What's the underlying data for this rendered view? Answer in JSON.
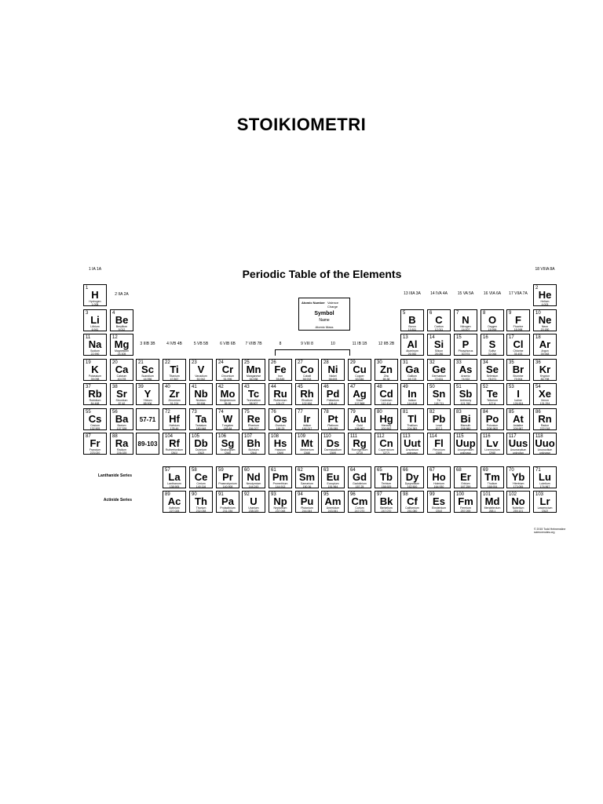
{
  "document": {
    "title": "STOIKIOMETRI",
    "table_title": "Periodic Table of the Elements",
    "copyright": "© 2015 Todd Helmenstine sciencenotes.org",
    "lanthanide_label": "Lanthanide Series",
    "actinide_label": "Actinide Series",
    "key": {
      "atomic_number": "Atomic Number",
      "valence_charge": "Valence Charge",
      "symbol": "Symbol",
      "name": "Name",
      "atomic_mass": "Atomic Mass"
    },
    "group_labels": [
      {
        "col": 1,
        "row": 0,
        "text": "1 IA 1A"
      },
      {
        "col": 2,
        "row": 1,
        "text": "2 IIA 2A"
      },
      {
        "col": 3,
        "row": 3,
        "text": "3 IIIB 3B"
      },
      {
        "col": 4,
        "row": 3,
        "text": "4 IVB 4B"
      },
      {
        "col": 5,
        "row": 3,
        "text": "5 VB 5B"
      },
      {
        "col": 6,
        "row": 3,
        "text": "6 VIB 6B"
      },
      {
        "col": 7,
        "row": 3,
        "text": "7 VIIB 7B"
      },
      {
        "col": 8,
        "row": 3,
        "text": "8"
      },
      {
        "col": 9,
        "row": 3,
        "text": "9 VIII 8"
      },
      {
        "col": 10,
        "row": 3,
        "text": "10"
      },
      {
        "col": 11,
        "row": 3,
        "text": "11 IB 1B"
      },
      {
        "col": 12,
        "row": 3,
        "text": "12 IIB 2B"
      },
      {
        "col": 13,
        "row": 2,
        "text": "13 IIIA 3A"
      },
      {
        "col": 14,
        "row": 2,
        "text": "14 IVA 4A"
      },
      {
        "col": 15,
        "row": 2,
        "text": "15 VA 5A"
      },
      {
        "col": 16,
        "row": 2,
        "text": "16 VIA 6A"
      },
      {
        "col": 17,
        "row": 2,
        "text": "17 VIIA 7A"
      },
      {
        "col": 18,
        "row": 0,
        "text": "18 VIIIA 8A"
      }
    ],
    "elements": [
      {
        "n": "1",
        "s": "H",
        "name": "Hydrogen",
        "m": "1.008",
        "r": 1,
        "c": 1
      },
      {
        "n": "2",
        "s": "He",
        "name": "Helium",
        "m": "4.003",
        "r": 1,
        "c": 18
      },
      {
        "n": "3",
        "s": "Li",
        "name": "Lithium",
        "m": "6.941",
        "r": 2,
        "c": 1
      },
      {
        "n": "4",
        "s": "Be",
        "name": "Beryllium",
        "m": "9.012",
        "r": 2,
        "c": 2
      },
      {
        "n": "5",
        "s": "B",
        "name": "Boron",
        "m": "10.811",
        "r": 2,
        "c": 13
      },
      {
        "n": "6",
        "s": "C",
        "name": "Carbon",
        "m": "12.011",
        "r": 2,
        "c": 14
      },
      {
        "n": "7",
        "s": "N",
        "name": "Nitrogen",
        "m": "14.007",
        "r": 2,
        "c": 15
      },
      {
        "n": "8",
        "s": "O",
        "name": "Oxygen",
        "m": "15.999",
        "r": 2,
        "c": 16
      },
      {
        "n": "9",
        "s": "F",
        "name": "Fluorine",
        "m": "18.998",
        "r": 2,
        "c": 17
      },
      {
        "n": "10",
        "s": "Ne",
        "name": "Neon",
        "m": "20.180",
        "r": 2,
        "c": 18
      },
      {
        "n": "11",
        "s": "Na",
        "name": "Sodium",
        "m": "22.990",
        "r": 3,
        "c": 1
      },
      {
        "n": "12",
        "s": "Mg",
        "name": "Magnesium",
        "m": "24.305",
        "r": 3,
        "c": 2
      },
      {
        "n": "13",
        "s": "Al",
        "name": "Aluminum",
        "m": "26.982",
        "r": 3,
        "c": 13
      },
      {
        "n": "14",
        "s": "Si",
        "name": "Silicon",
        "m": "28.086",
        "r": 3,
        "c": 14
      },
      {
        "n": "15",
        "s": "P",
        "name": "Phosphorus",
        "m": "30.974",
        "r": 3,
        "c": 15
      },
      {
        "n": "16",
        "s": "S",
        "name": "Sulfur",
        "m": "32.066",
        "r": 3,
        "c": 16
      },
      {
        "n": "17",
        "s": "Cl",
        "name": "Chlorine",
        "m": "35.453",
        "r": 3,
        "c": 17
      },
      {
        "n": "18",
        "s": "Ar",
        "name": "Argon",
        "m": "39.948",
        "r": 3,
        "c": 18
      },
      {
        "n": "19",
        "s": "K",
        "name": "Potassium",
        "m": "39.098",
        "r": 4,
        "c": 1
      },
      {
        "n": "20",
        "s": "Ca",
        "name": "Calcium",
        "m": "40.078",
        "r": 4,
        "c": 2
      },
      {
        "n": "21",
        "s": "Sc",
        "name": "Scandium",
        "m": "44.956",
        "r": 4,
        "c": 3
      },
      {
        "n": "22",
        "s": "Ti",
        "name": "Titanium",
        "m": "47.867",
        "r": 4,
        "c": 4
      },
      {
        "n": "23",
        "s": "V",
        "name": "Vanadium",
        "m": "50.942",
        "r": 4,
        "c": 5
      },
      {
        "n": "24",
        "s": "Cr",
        "name": "Chromium",
        "m": "51.996",
        "r": 4,
        "c": 6
      },
      {
        "n": "25",
        "s": "Mn",
        "name": "Manganese",
        "m": "54.938",
        "r": 4,
        "c": 7
      },
      {
        "n": "26",
        "s": "Fe",
        "name": "Iron",
        "m": "55.845",
        "r": 4,
        "c": 8
      },
      {
        "n": "27",
        "s": "Co",
        "name": "Cobalt",
        "m": "58.933",
        "r": 4,
        "c": 9
      },
      {
        "n": "28",
        "s": "Ni",
        "name": "Nickel",
        "m": "58.693",
        "r": 4,
        "c": 10
      },
      {
        "n": "29",
        "s": "Cu",
        "name": "Copper",
        "m": "63.546",
        "r": 4,
        "c": 11
      },
      {
        "n": "30",
        "s": "Zn",
        "name": "Zinc",
        "m": "65.38",
        "r": 4,
        "c": 12
      },
      {
        "n": "31",
        "s": "Ga",
        "name": "Gallium",
        "m": "69.723",
        "r": 4,
        "c": 13
      },
      {
        "n": "32",
        "s": "Ge",
        "name": "Germanium",
        "m": "72.631",
        "r": 4,
        "c": 14
      },
      {
        "n": "33",
        "s": "As",
        "name": "Arsenic",
        "m": "74.922",
        "r": 4,
        "c": 15
      },
      {
        "n": "34",
        "s": "Se",
        "name": "Selenium",
        "m": "78.971",
        "r": 4,
        "c": 16
      },
      {
        "n": "35",
        "s": "Br",
        "name": "Bromine",
        "m": "79.904",
        "r": 4,
        "c": 17
      },
      {
        "n": "36",
        "s": "Kr",
        "name": "Krypton",
        "m": "84.798",
        "r": 4,
        "c": 18
      },
      {
        "n": "37",
        "s": "Rb",
        "name": "Rubidium",
        "m": "84.468",
        "r": 5,
        "c": 1
      },
      {
        "n": "38",
        "s": "Sr",
        "name": "Strontium",
        "m": "87.62",
        "r": 5,
        "c": 2
      },
      {
        "n": "39",
        "s": "Y",
        "name": "Yttrium",
        "m": "88.906",
        "r": 5,
        "c": 3
      },
      {
        "n": "40",
        "s": "Zr",
        "name": "Zirconium",
        "m": "91.224",
        "r": 5,
        "c": 4
      },
      {
        "n": "41",
        "s": "Nb",
        "name": "Niobium",
        "m": "92.906",
        "r": 5,
        "c": 5
      },
      {
        "n": "42",
        "s": "Mo",
        "name": "Molybdenum",
        "m": "95.95",
        "r": 5,
        "c": 6
      },
      {
        "n": "43",
        "s": "Tc",
        "name": "Technetium",
        "m": "98.907",
        "r": 5,
        "c": 7
      },
      {
        "n": "44",
        "s": "Ru",
        "name": "Ruthenium",
        "m": "101.07",
        "r": 5,
        "c": 8
      },
      {
        "n": "45",
        "s": "Rh",
        "name": "Rhodium",
        "m": "102.906",
        "r": 5,
        "c": 9
      },
      {
        "n": "46",
        "s": "Pd",
        "name": "Palladium",
        "m": "106.42",
        "r": 5,
        "c": 10
      },
      {
        "n": "47",
        "s": "Ag",
        "name": "Silver",
        "m": "107.868",
        "r": 5,
        "c": 11
      },
      {
        "n": "48",
        "s": "Cd",
        "name": "Cadmium",
        "m": "112.414",
        "r": 5,
        "c": 12
      },
      {
        "n": "49",
        "s": "In",
        "name": "Indium",
        "m": "114.818",
        "r": 5,
        "c": 13
      },
      {
        "n": "50",
        "s": "Sn",
        "name": "Tin",
        "m": "118.711",
        "r": 5,
        "c": 14
      },
      {
        "n": "51",
        "s": "Sb",
        "name": "Antimony",
        "m": "121.760",
        "r": 5,
        "c": 15
      },
      {
        "n": "52",
        "s": "Te",
        "name": "Tellurium",
        "m": "127.6",
        "r": 5,
        "c": 16
      },
      {
        "n": "53",
        "s": "I",
        "name": "Iodine",
        "m": "126.904",
        "r": 5,
        "c": 17
      },
      {
        "n": "54",
        "s": "Xe",
        "name": "Xenon",
        "m": "131.294",
        "r": 5,
        "c": 18
      },
      {
        "n": "55",
        "s": "Cs",
        "name": "Cesium",
        "m": "132.905",
        "r": 6,
        "c": 1
      },
      {
        "n": "56",
        "s": "Ba",
        "name": "Barium",
        "m": "137.328",
        "r": 6,
        "c": 2
      },
      {
        "n": "",
        "s": "57-71",
        "name": "",
        "m": "",
        "r": 6,
        "c": 3,
        "ph": true
      },
      {
        "n": "72",
        "s": "Hf",
        "name": "Hafnium",
        "m": "178.49",
        "r": 6,
        "c": 4
      },
      {
        "n": "73",
        "s": "Ta",
        "name": "Tantalum",
        "m": "180.948",
        "r": 6,
        "c": 5
      },
      {
        "n": "74",
        "s": "W",
        "name": "Tungsten",
        "m": "183.84",
        "r": 6,
        "c": 6
      },
      {
        "n": "75",
        "s": "Re",
        "name": "Rhenium",
        "m": "186.207",
        "r": 6,
        "c": 7
      },
      {
        "n": "76",
        "s": "Os",
        "name": "Osmium",
        "m": "190.23",
        "r": 6,
        "c": 8
      },
      {
        "n": "77",
        "s": "Ir",
        "name": "Iridium",
        "m": "192.217",
        "r": 6,
        "c": 9
      },
      {
        "n": "78",
        "s": "Pt",
        "name": "Platinum",
        "m": "195.085",
        "r": 6,
        "c": 10
      },
      {
        "n": "79",
        "s": "Au",
        "name": "Gold",
        "m": "196.967",
        "r": 6,
        "c": 11
      },
      {
        "n": "80",
        "s": "Hg",
        "name": "Mercury",
        "m": "200.592",
        "r": 6,
        "c": 12
      },
      {
        "n": "81",
        "s": "Tl",
        "name": "Thallium",
        "m": "204.383",
        "r": 6,
        "c": 13
      },
      {
        "n": "82",
        "s": "Pb",
        "name": "Lead",
        "m": "207.2",
        "r": 6,
        "c": 14
      },
      {
        "n": "83",
        "s": "Bi",
        "name": "Bismuth",
        "m": "208.980",
        "r": 6,
        "c": 15
      },
      {
        "n": "84",
        "s": "Po",
        "name": "Polonium",
        "m": "[208.982]",
        "r": 6,
        "c": 16
      },
      {
        "n": "85",
        "s": "At",
        "name": "Astatine",
        "m": "209.987",
        "r": 6,
        "c": 17
      },
      {
        "n": "86",
        "s": "Rn",
        "name": "Radon",
        "m": "222.018",
        "r": 6,
        "c": 18
      },
      {
        "n": "87",
        "s": "Fr",
        "name": "Francium",
        "m": "223.020",
        "r": 7,
        "c": 1
      },
      {
        "n": "88",
        "s": "Ra",
        "name": "Radium",
        "m": "226.025",
        "r": 7,
        "c": 2
      },
      {
        "n": "",
        "s": "89-103",
        "name": "",
        "m": "",
        "r": 7,
        "c": 3,
        "ph": true
      },
      {
        "n": "104",
        "s": "Rf",
        "name": "Rutherfordium",
        "m": "[261]",
        "r": 7,
        "c": 4
      },
      {
        "n": "105",
        "s": "Db",
        "name": "Dubnium",
        "m": "[262]",
        "r": 7,
        "c": 5
      },
      {
        "n": "106",
        "s": "Sg",
        "name": "Seaborgium",
        "m": "[266]",
        "r": 7,
        "c": 6
      },
      {
        "n": "107",
        "s": "Bh",
        "name": "Bohrium",
        "m": "[264]",
        "r": 7,
        "c": 7
      },
      {
        "n": "108",
        "s": "Hs",
        "name": "Hassium",
        "m": "[269]",
        "r": 7,
        "c": 8
      },
      {
        "n": "109",
        "s": "Mt",
        "name": "Meitnerium",
        "m": "[268]",
        "r": 7,
        "c": 9
      },
      {
        "n": "110",
        "s": "Ds",
        "name": "Darmstadtium",
        "m": "[269]",
        "r": 7,
        "c": 10
      },
      {
        "n": "111",
        "s": "Rg",
        "name": "Roentgenium",
        "m": "[272]",
        "r": 7,
        "c": 11
      },
      {
        "n": "112",
        "s": "Cn",
        "name": "Copernicium",
        "m": "[277]",
        "r": 7,
        "c": 12
      },
      {
        "n": "113",
        "s": "Uut",
        "name": "Ununtrium",
        "m": "unknown",
        "r": 7,
        "c": 13
      },
      {
        "n": "114",
        "s": "Fl",
        "name": "Flerovium",
        "m": "[289]",
        "r": 7,
        "c": 14
      },
      {
        "n": "115",
        "s": "Uup",
        "name": "Ununpentium",
        "m": "unknown",
        "r": 7,
        "c": 15
      },
      {
        "n": "116",
        "s": "Lv",
        "name": "Livermorium",
        "m": "[298]",
        "r": 7,
        "c": 16
      },
      {
        "n": "117",
        "s": "Uus",
        "name": "Ununseptium",
        "m": "unknown",
        "r": 7,
        "c": 17
      },
      {
        "n": "118",
        "s": "Uuo",
        "name": "Ununoctium",
        "m": "unknown",
        "r": 7,
        "c": 18
      },
      {
        "n": "57",
        "s": "La",
        "name": "Lanthanum",
        "m": "138.905",
        "r": 8,
        "c": 4
      },
      {
        "n": "58",
        "s": "Ce",
        "name": "Cerium",
        "m": "140.116",
        "r": 8,
        "c": 5
      },
      {
        "n": "59",
        "s": "Pr",
        "name": "Praseodymium",
        "m": "140.908",
        "r": 8,
        "c": 6
      },
      {
        "n": "60",
        "s": "Nd",
        "name": "Neodymium",
        "m": "144.243",
        "r": 8,
        "c": 7
      },
      {
        "n": "61",
        "s": "Pm",
        "name": "Promethium",
        "m": "144.913",
        "r": 8,
        "c": 8
      },
      {
        "n": "62",
        "s": "Sm",
        "name": "Samarium",
        "m": "150.36",
        "r": 8,
        "c": 9
      },
      {
        "n": "63",
        "s": "Eu",
        "name": "Europium",
        "m": "151.964",
        "r": 8,
        "c": 10
      },
      {
        "n": "64",
        "s": "Gd",
        "name": "Gadolinium",
        "m": "157.25",
        "r": 8,
        "c": 11
      },
      {
        "n": "65",
        "s": "Tb",
        "name": "Terbium",
        "m": "158.925",
        "r": 8,
        "c": 12
      },
      {
        "n": "66",
        "s": "Dy",
        "name": "Dysprosium",
        "m": "162.500",
        "r": 8,
        "c": 13
      },
      {
        "n": "67",
        "s": "Ho",
        "name": "Holmium",
        "m": "164.930",
        "r": 8,
        "c": 14
      },
      {
        "n": "68",
        "s": "Er",
        "name": "Erbium",
        "m": "167.259",
        "r": 8,
        "c": 15
      },
      {
        "n": "69",
        "s": "Tm",
        "name": "Thulium",
        "m": "168.934",
        "r": 8,
        "c": 16
      },
      {
        "n": "70",
        "s": "Yb",
        "name": "Ytterbium",
        "m": "173.055",
        "r": 8,
        "c": 17
      },
      {
        "n": "71",
        "s": "Lu",
        "name": "Lutetium",
        "m": "174.967",
        "r": 8,
        "c": 18
      },
      {
        "n": "89",
        "s": "Ac",
        "name": "Actinium",
        "m": "227.028",
        "r": 9,
        "c": 4
      },
      {
        "n": "90",
        "s": "Th",
        "name": "Thorium",
        "m": "232.038",
        "r": 9,
        "c": 5
      },
      {
        "n": "91",
        "s": "Pa",
        "name": "Protactinium",
        "m": "231.036",
        "r": 9,
        "c": 6
      },
      {
        "n": "92",
        "s": "U",
        "name": "Uranium",
        "m": "238.029",
        "r": 9,
        "c": 7
      },
      {
        "n": "93",
        "s": "Np",
        "name": "Neptunium",
        "m": "237.048",
        "r": 9,
        "c": 8
      },
      {
        "n": "94",
        "s": "Pu",
        "name": "Plutonium",
        "m": "244.064",
        "r": 9,
        "c": 9
      },
      {
        "n": "95",
        "s": "Am",
        "name": "Americium",
        "m": "243.061",
        "r": 9,
        "c": 10
      },
      {
        "n": "96",
        "s": "Cm",
        "name": "Curium",
        "m": "247.070",
        "r": 9,
        "c": 11
      },
      {
        "n": "97",
        "s": "Bk",
        "name": "Berkelium",
        "m": "247.070",
        "r": 9,
        "c": 12
      },
      {
        "n": "98",
        "s": "Cf",
        "name": "Californium",
        "m": "251.080",
        "r": 9,
        "c": 13
      },
      {
        "n": "99",
        "s": "Es",
        "name": "Einsteinium",
        "m": "[254]",
        "r": 9,
        "c": 14
      },
      {
        "n": "100",
        "s": "Fm",
        "name": "Fermium",
        "m": "257.095",
        "r": 9,
        "c": 15
      },
      {
        "n": "101",
        "s": "Md",
        "name": "Mendelevium",
        "m": "258.1",
        "r": 9,
        "c": 16
      },
      {
        "n": "102",
        "s": "No",
        "name": "Nobelium",
        "m": "259.101",
        "r": 9,
        "c": 17
      },
      {
        "n": "103",
        "s": "Lr",
        "name": "Lawrencium",
        "m": "[262]",
        "r": 9,
        "c": 18
      }
    ]
  }
}
